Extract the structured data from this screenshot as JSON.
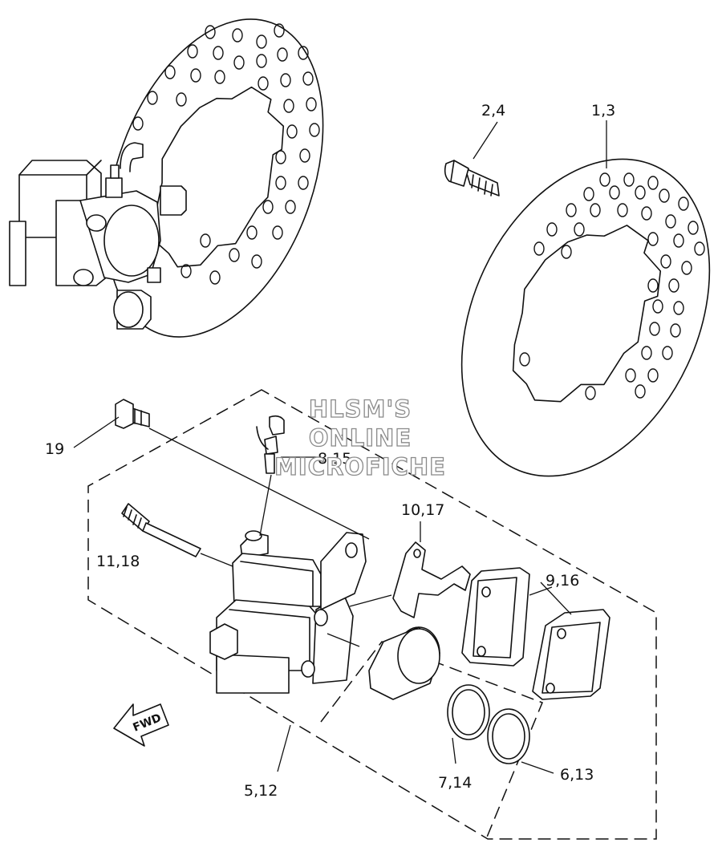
{
  "labels": {
    "p1_3": "1,3",
    "p2_4": "2,4",
    "p19": "19",
    "p8_15": "8,15",
    "p11_18": "11,18",
    "p10_17": "10,17",
    "p9_16": "9,16",
    "p5_12": "5,12",
    "p7_14": "7,14",
    "p6_13": "6,13"
  },
  "watermark": {
    "line1": "HLSM'S",
    "line2": "ONLINE",
    "line3": "MICROFICHE"
  },
  "fwd_arrow": {
    "label": "FWD"
  }
}
